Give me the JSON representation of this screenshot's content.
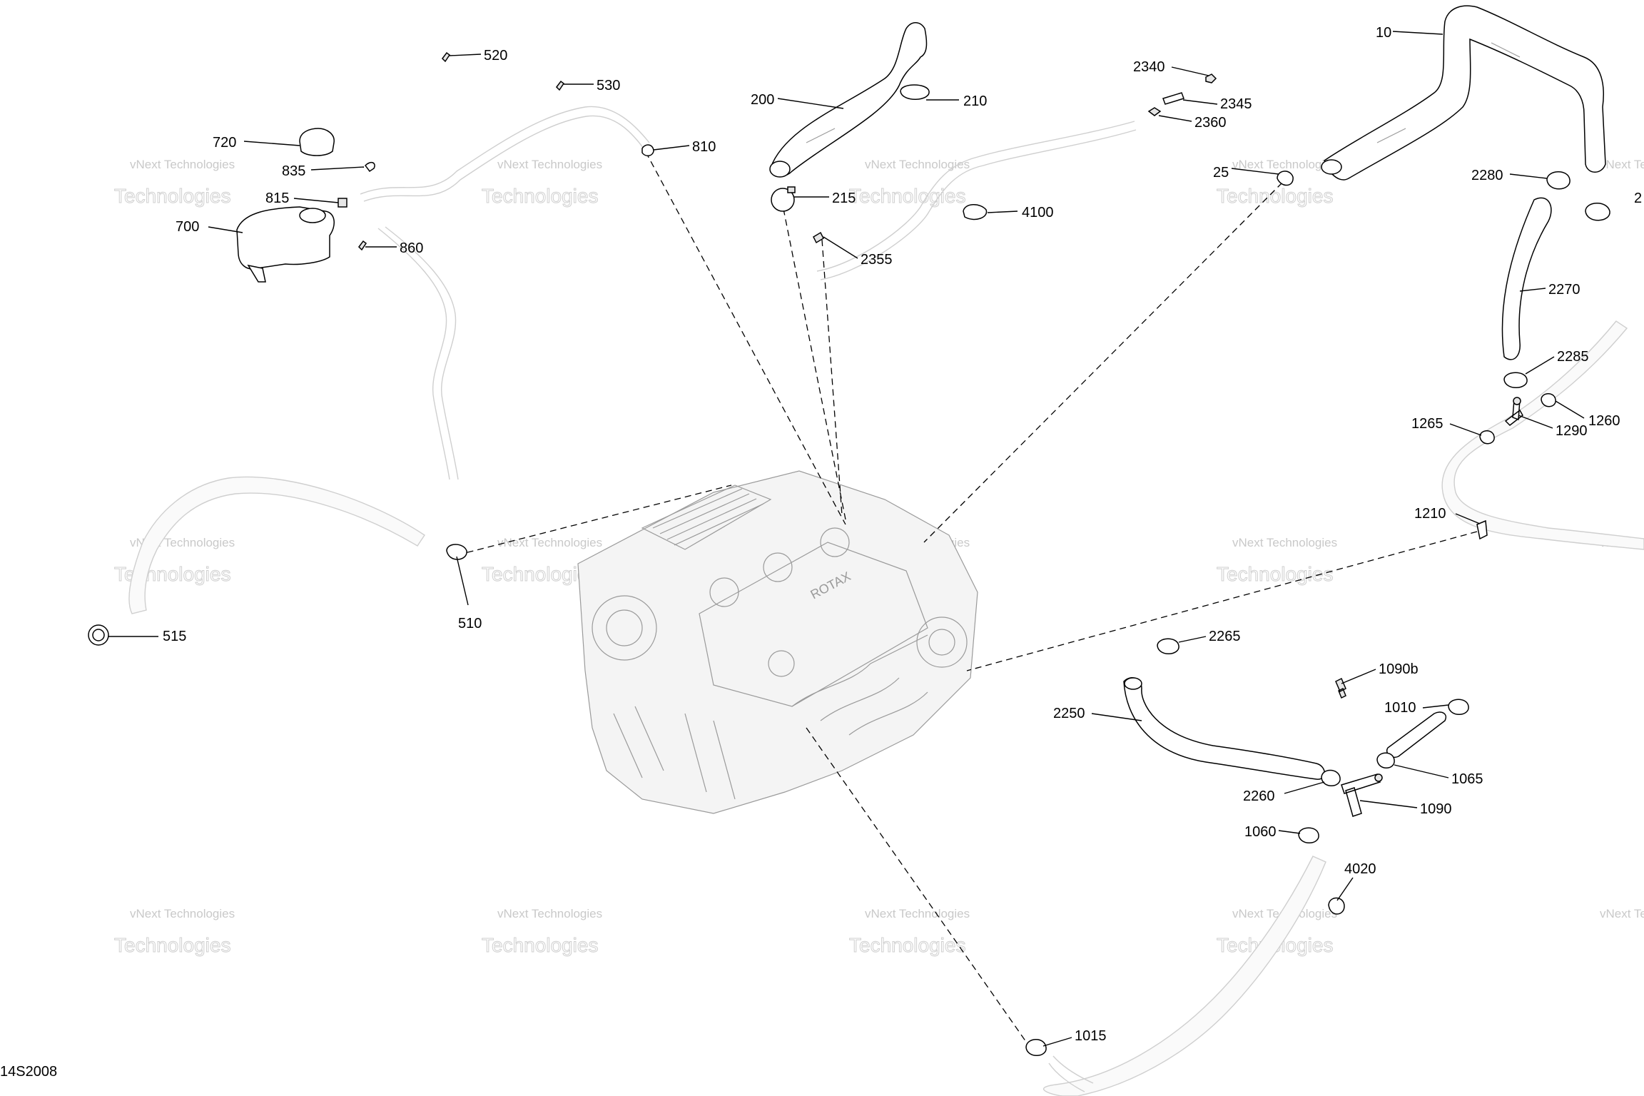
{
  "diagram": {
    "figure_code": "14S2008",
    "watermark": {
      "line1": "vNext Technologies",
      "line2": "Technologies"
    },
    "engine_brand": "ROTAX",
    "callouts": {
      "c520": "520",
      "c530": "530",
      "c720": "720",
      "c835": "835",
      "c815": "815",
      "c700": "700",
      "c860": "860",
      "c810": "810",
      "c200": "200",
      "c210": "210",
      "c215": "215",
      "c2355": "2355",
      "c2340": "2340",
      "c2345": "2345",
      "c2360": "2360",
      "c4100": "4100",
      "c10": "10",
      "c25": "25",
      "c2280": "2280",
      "c2275": "2",
      "c2270": "2270",
      "c2285": "2285",
      "c1265": "1265",
      "c1260": "1260",
      "c1290": "1290",
      "c1210": "1210",
      "c510": "510",
      "c515": "515",
      "c2265": "2265",
      "c1090b": "1090b",
      "c1010": "1010",
      "c2250": "2250",
      "c1065": "1065",
      "c2260": "2260",
      "c1090": "1090",
      "c1060": "1060",
      "c4020": "4020",
      "c1015": "1015"
    }
  }
}
